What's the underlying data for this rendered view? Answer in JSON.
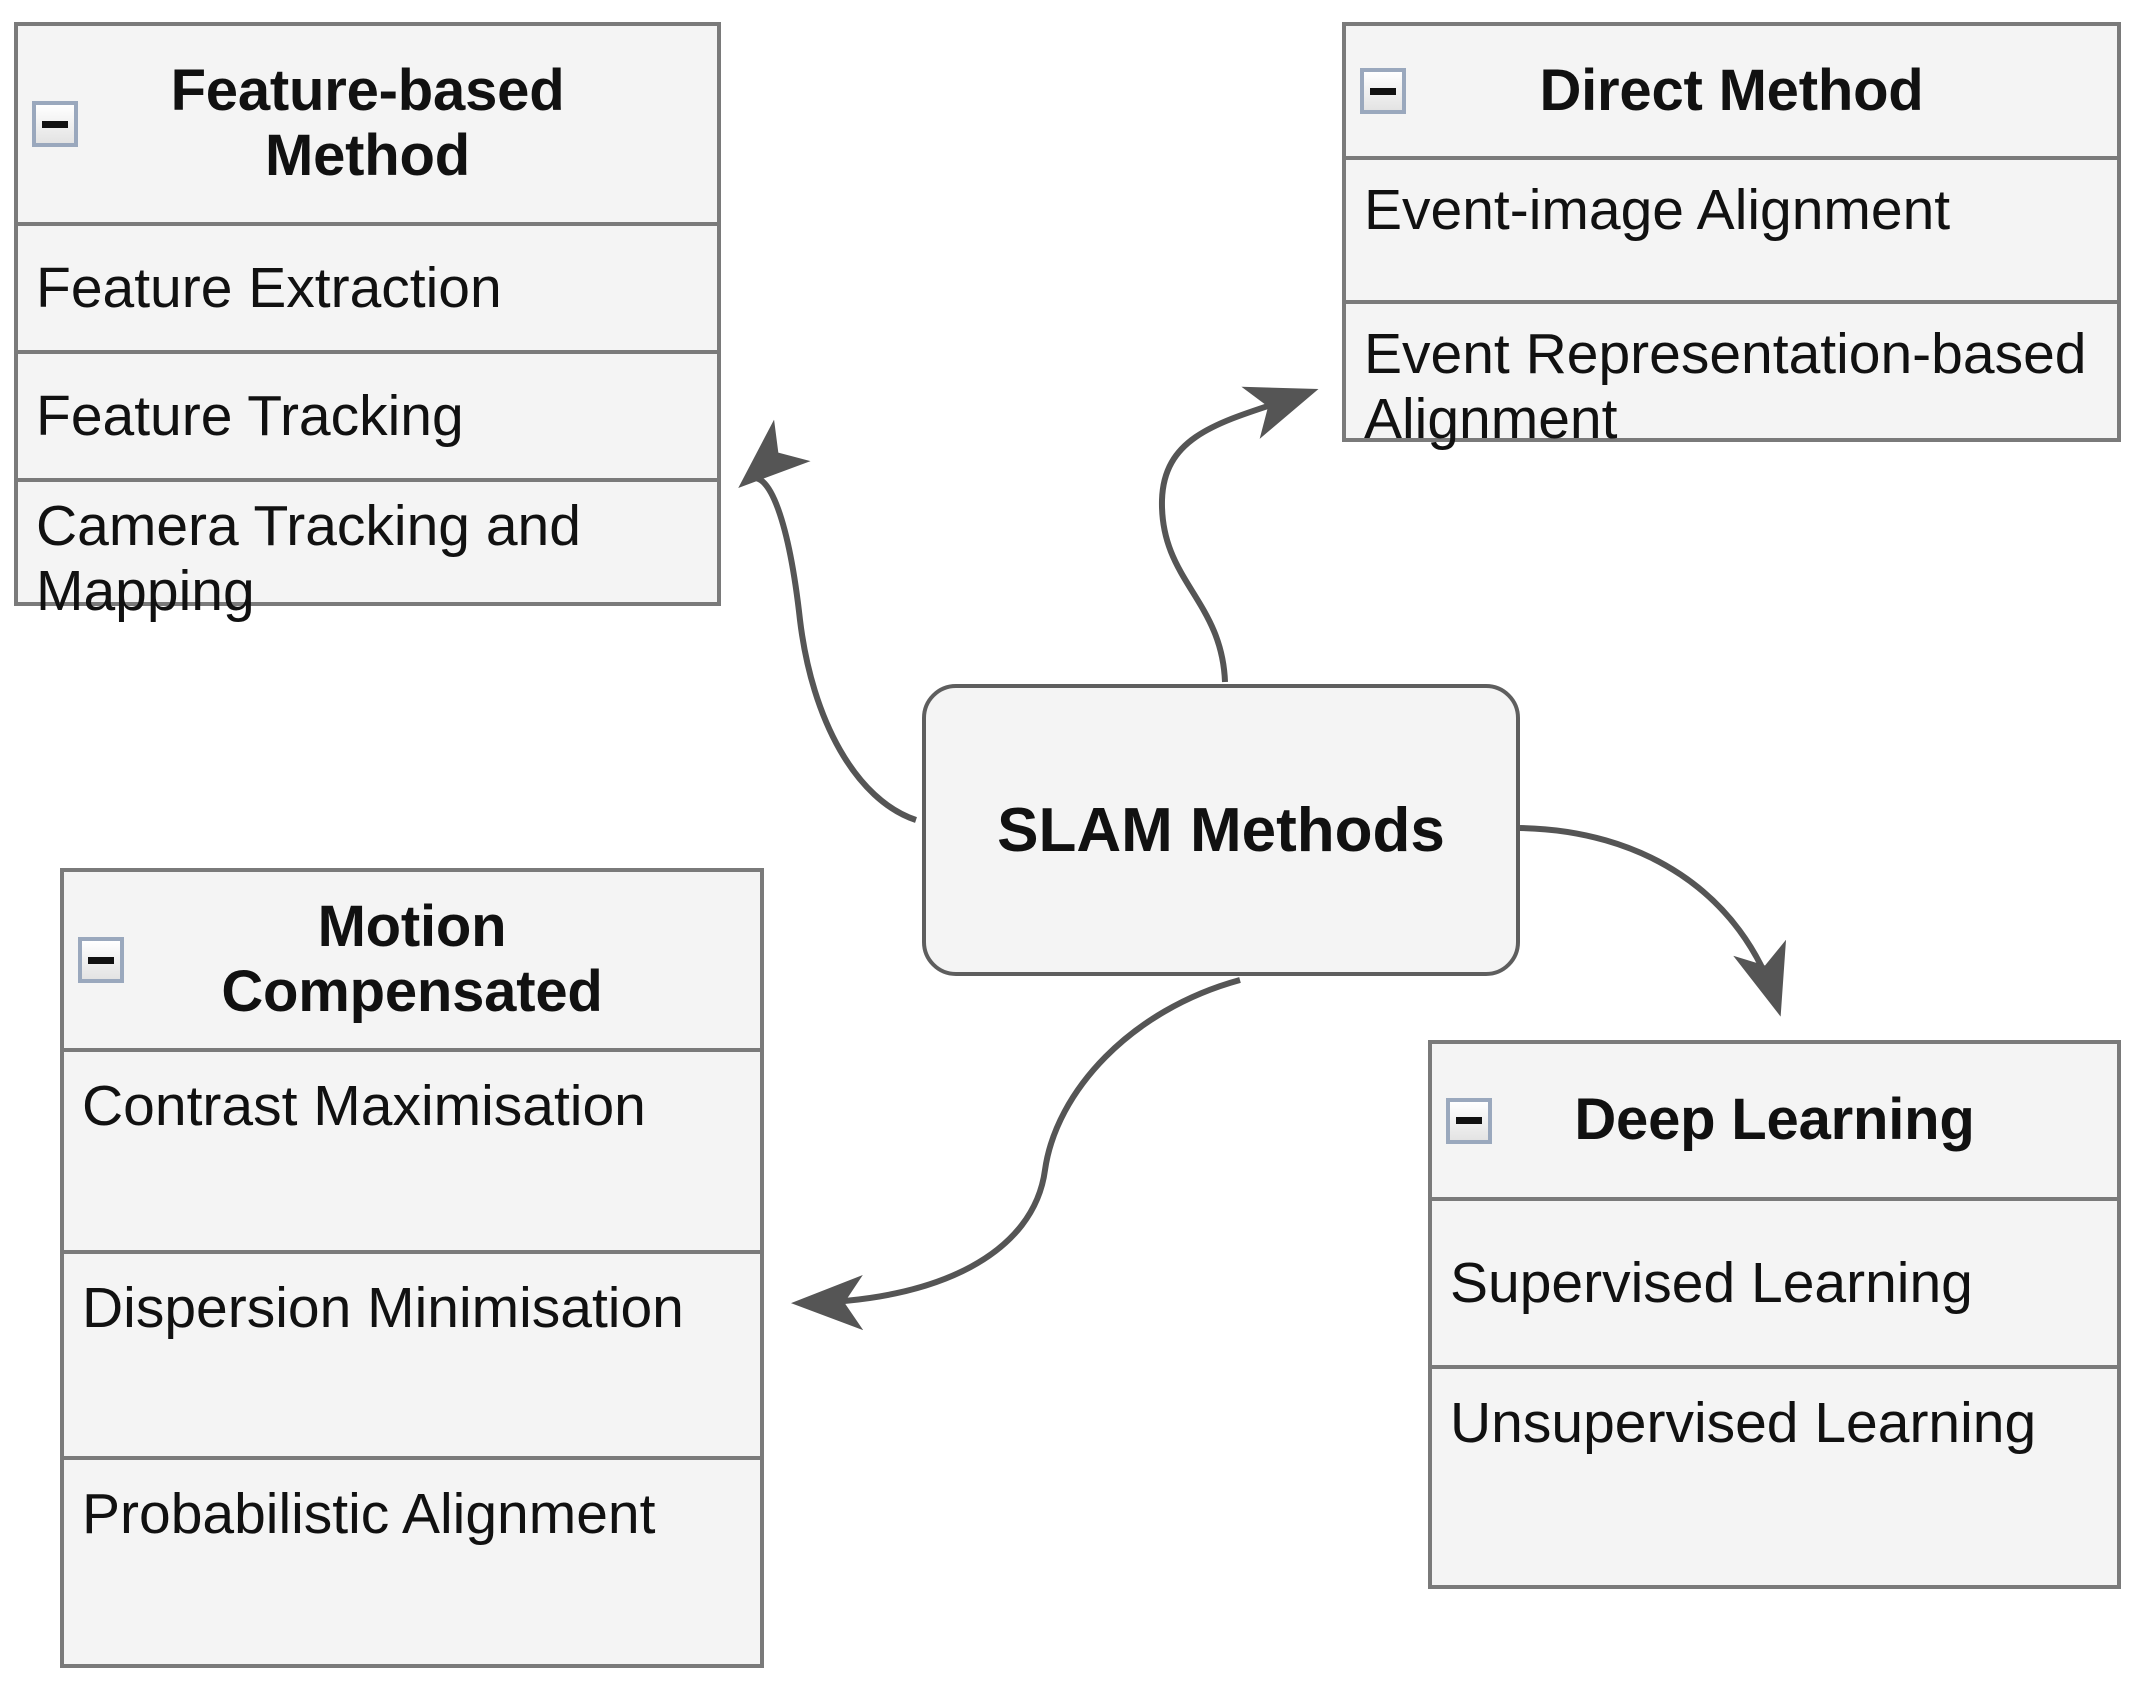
{
  "diagram": {
    "title": "SLAM Methods taxonomy",
    "center": {
      "label": "SLAM Methods"
    },
    "collapse_icon": "minus-collapse-icon",
    "colors": {
      "node_fill": "#f4f4f4",
      "node_border": "#7a7a7a",
      "center_border": "#5e5e5e",
      "edge": "#555555",
      "text": "#111111",
      "collapse_border": "#9aa8bd"
    },
    "groups": [
      {
        "id": "feature-based-method",
        "title_lines": [
          "Feature-based",
          "Method"
        ],
        "items": [
          "Feature Extraction",
          "Feature Tracking",
          "Camera Tracking and Mapping"
        ]
      },
      {
        "id": "direct-method",
        "title_lines": [
          "Direct Method"
        ],
        "items": [
          "Event-image Alignment",
          "Event Representation-based Alignment"
        ]
      },
      {
        "id": "motion-compensated",
        "title_lines": [
          "Motion",
          "Compensated"
        ],
        "items": [
          "Contrast Maximisation",
          "Dispersion Minimisation",
          "Probabilistic Alignment"
        ]
      },
      {
        "id": "deep-learning",
        "title_lines": [
          "Deep Learning"
        ],
        "items": [
          "Supervised Learning",
          "Unsupervised Learning"
        ]
      }
    ],
    "edges": [
      {
        "from": "SLAM Methods",
        "to": "Feature-based Method",
        "style": "curved-arrow"
      },
      {
        "from": "SLAM Methods",
        "to": "Direct Method",
        "style": "curved-arrow"
      },
      {
        "from": "SLAM Methods",
        "to": "Motion Compensated",
        "style": "curved-arrow"
      },
      {
        "from": "SLAM Methods",
        "to": "Deep Learning",
        "style": "curved-arrow"
      }
    ]
  }
}
